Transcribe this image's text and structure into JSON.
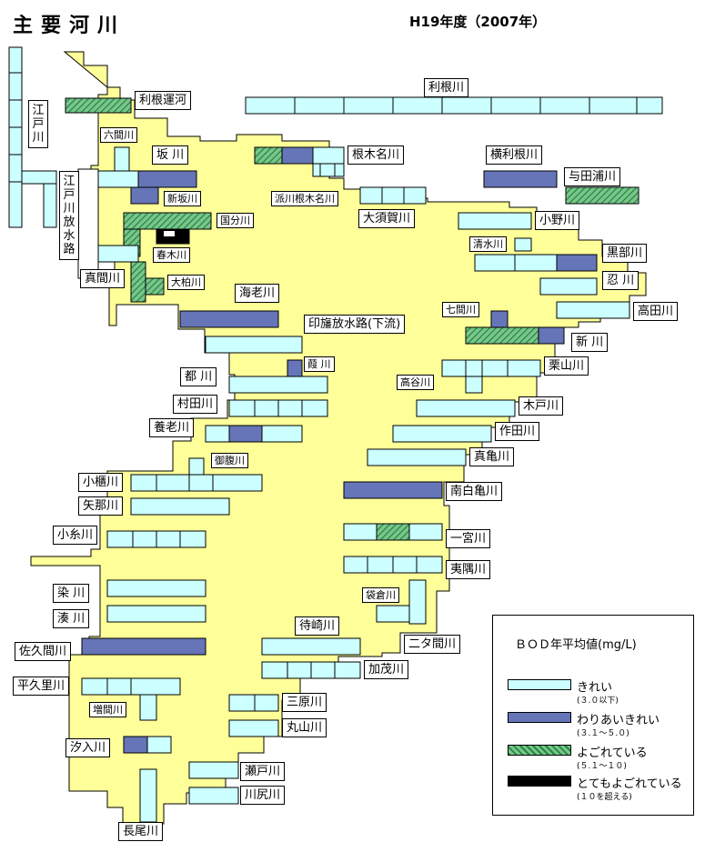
{
  "header": {
    "title": "主要河川",
    "year": "H19年度（2007年）"
  },
  "colors": {
    "clean": "#ccffff",
    "fair": "#6675b8",
    "dirty": "#33aa55",
    "verydirty": "#000000",
    "land": "#ffff99"
  },
  "legend": {
    "title": "ＢＯＤ年平均値(mg/L)",
    "items": [
      {
        "key": "clean",
        "label": "きれい",
        "range": "(３.０以下)"
      },
      {
        "key": "fair",
        "label": "わりあいきれい",
        "range": "(３.１～５.０)"
      },
      {
        "key": "dirty",
        "label": "よごれている",
        "range": "(５.１～１０)"
      },
      {
        "key": "verydirty",
        "label": "とてもよごれている",
        "range": "(１０を超える)"
      }
    ]
  },
  "rivers": [
    {
      "id": "tone",
      "name": "利根川"
    },
    {
      "id": "tone-unga",
      "name": "利根運河"
    },
    {
      "id": "edo",
      "name": "江戸川"
    },
    {
      "id": "edo-hosuiro",
      "name": "江戸川放水路"
    },
    {
      "id": "rokkenkawa",
      "name": "六間川"
    },
    {
      "id": "saka",
      "name": "坂 川"
    },
    {
      "id": "shinsaka",
      "name": "新坂川"
    },
    {
      "id": "nekina",
      "name": "根木名川"
    },
    {
      "id": "hakawa-nekina",
      "name": "派川根木名川"
    },
    {
      "id": "yokotone",
      "name": "横利根川"
    },
    {
      "id": "yodaura",
      "name": "与田浦川"
    },
    {
      "id": "kokubu",
      "name": "国分川"
    },
    {
      "id": "harugi",
      "name": "春木川"
    },
    {
      "id": "oosuka",
      "name": "大須賀川"
    },
    {
      "id": "ono",
      "name": "小野川"
    },
    {
      "id": "shimizu",
      "name": "清水川"
    },
    {
      "id": "kurobe",
      "name": "黒部川"
    },
    {
      "id": "mama",
      "name": "真間川"
    },
    {
      "id": "ookashiwa",
      "name": "大柏川"
    },
    {
      "id": "ebi",
      "name": "海老川"
    },
    {
      "id": "oshi",
      "name": "忍 川"
    },
    {
      "id": "takada",
      "name": "高田川"
    },
    {
      "id": "inba",
      "name": "印旛放水路(下流)"
    },
    {
      "id": "shichiken",
      "name": "七間川"
    },
    {
      "id": "shin",
      "name": "新 川"
    },
    {
      "id": "hagi",
      "name": "葭 川"
    },
    {
      "id": "miyako",
      "name": "都 川"
    },
    {
      "id": "kuriyama",
      "name": "栗山川"
    },
    {
      "id": "takaya",
      "name": "高谷川"
    },
    {
      "id": "murata",
      "name": "村田川"
    },
    {
      "id": "kido",
      "name": "木戸川"
    },
    {
      "id": "yoro",
      "name": "養老川"
    },
    {
      "id": "sakuta",
      "name": "作田川"
    },
    {
      "id": "mamukai",
      "name": "真亀川"
    },
    {
      "id": "gofuku",
      "name": "御腹川"
    },
    {
      "id": "obitsu",
      "name": "小櫃川"
    },
    {
      "id": "minamishirakame",
      "name": "南白亀川"
    },
    {
      "id": "yana",
      "name": "矢那川"
    },
    {
      "id": "koito",
      "name": "小糸川"
    },
    {
      "id": "ichinomiya",
      "name": "一宮川"
    },
    {
      "id": "isumi",
      "name": "夷隅川"
    },
    {
      "id": "some",
      "name": "染 川"
    },
    {
      "id": "fukurokura",
      "name": "袋倉川"
    },
    {
      "id": "minato",
      "name": "湊 川"
    },
    {
      "id": "machizaki",
      "name": "待崎川"
    },
    {
      "id": "sakuma",
      "name": "佐久間川"
    },
    {
      "id": "futama",
      "name": "二タ間川"
    },
    {
      "id": "kamo",
      "name": "加茂川"
    },
    {
      "id": "heguri",
      "name": "平久里川"
    },
    {
      "id": "masuma",
      "name": "増間川"
    },
    {
      "id": "mihara",
      "name": "三原川"
    },
    {
      "id": "maruyama",
      "name": "丸山川"
    },
    {
      "id": "shioiri",
      "name": "汐入川"
    },
    {
      "id": "setodo",
      "name": "瀬戸川"
    },
    {
      "id": "kawajiri",
      "name": "川尻川"
    },
    {
      "id": "nagao",
      "name": "長尾川"
    }
  ]
}
